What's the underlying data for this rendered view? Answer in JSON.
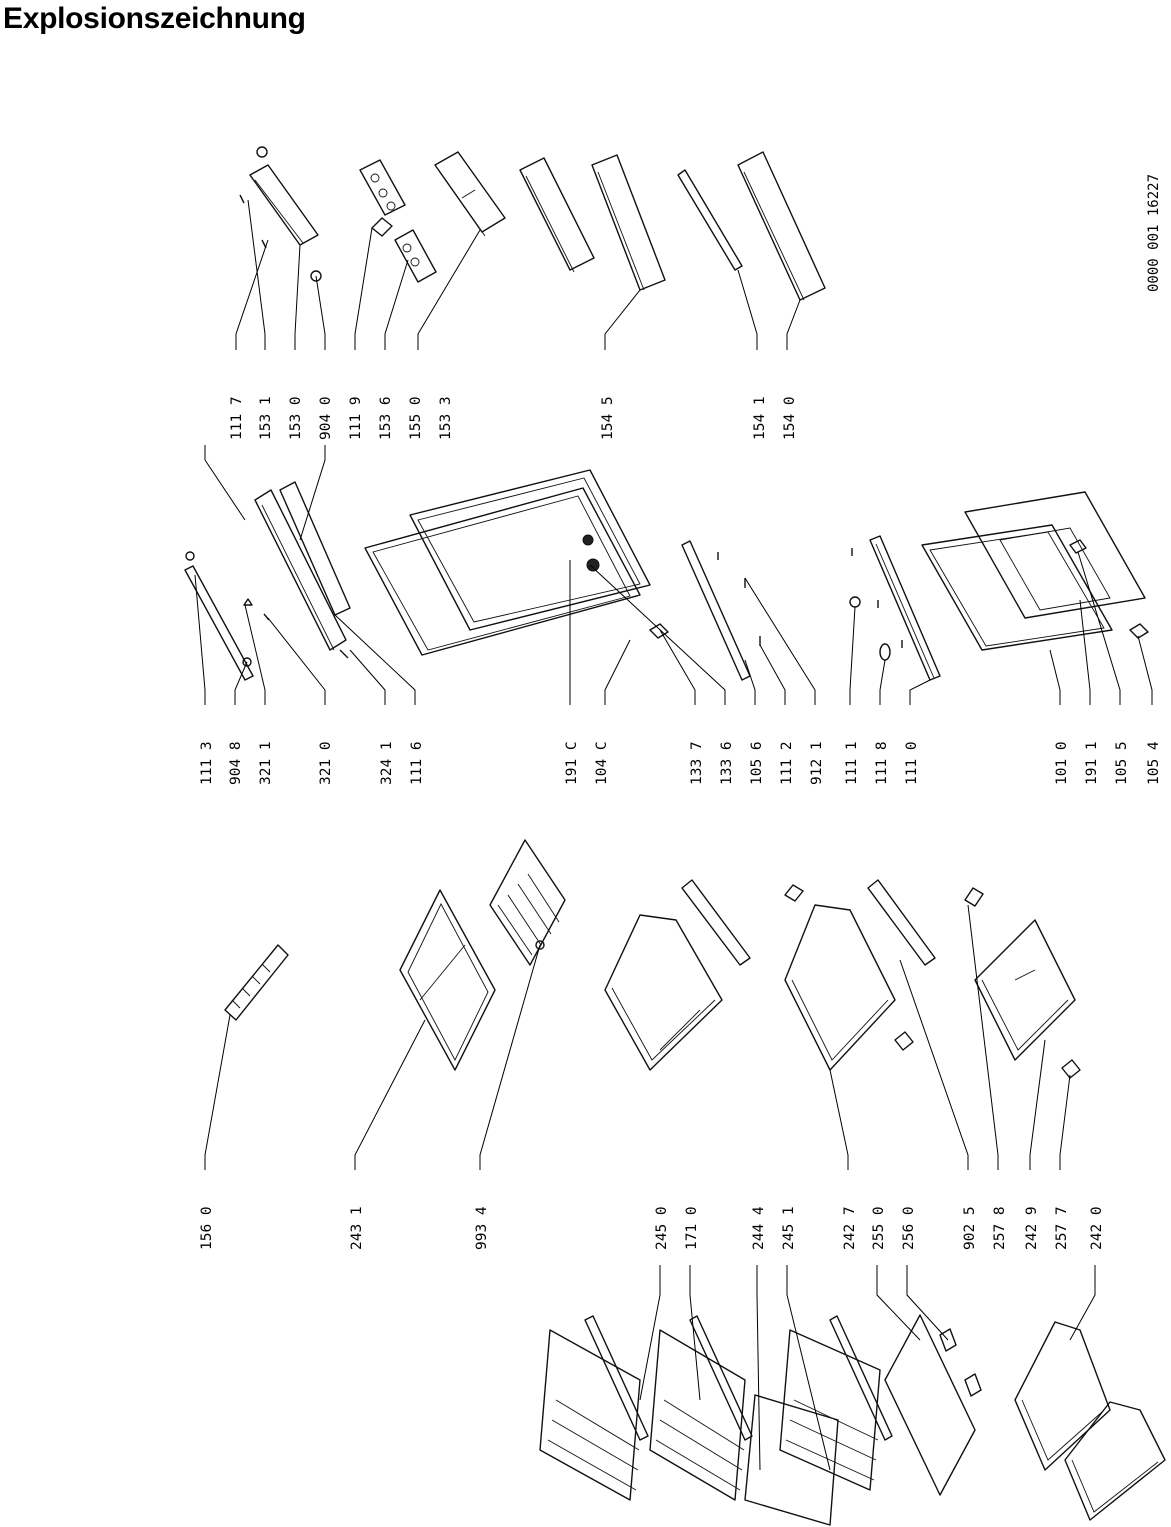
{
  "title": "Explosionszeichnung",
  "drawing_reference": "0000 001 16227",
  "part_labels": [
    "111 7",
    "153 1",
    "153 0",
    "904 0",
    "111 9",
    "153 6",
    "155 0",
    "153 3",
    "154 5",
    "154 1",
    "154 0",
    "111 3",
    "904 8",
    "321 1",
    "321 0",
    "324 1",
    "111 6",
    "191 C",
    "104 C",
    "133 7",
    "133 6",
    "105 6",
    "111 2",
    "912 1",
    "111 1",
    "111 8",
    "111 0",
    "101 0",
    "191 1",
    "105 5",
    "105 4",
    "156 0",
    "243 1",
    "993 4",
    "242 7",
    "902 5",
    "257 8",
    "242 9",
    "257 7",
    "242 0",
    "245 0",
    "171 0",
    "244 4",
    "245 1",
    "255 0",
    "256 0"
  ]
}
